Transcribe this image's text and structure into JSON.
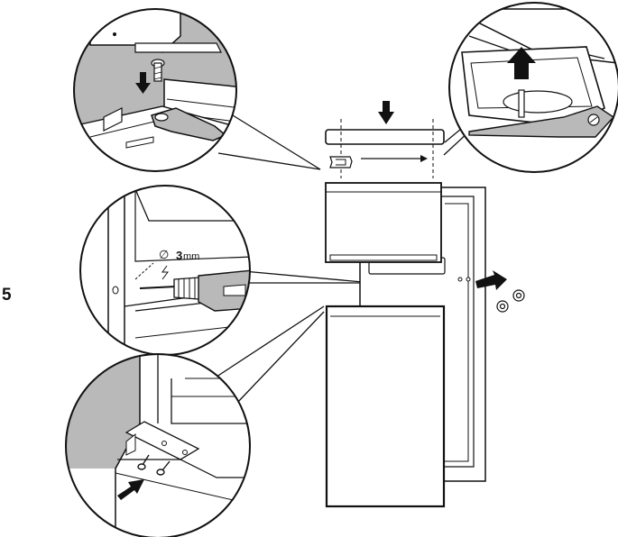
{
  "step": {
    "number": "5"
  },
  "drill_callout": {
    "diameter_symbol": "∅",
    "size_value": "3",
    "size_unit": "mm"
  },
  "colors": {
    "line": "#111111",
    "grey_fill": "#b9b9b9",
    "background": "#ffffff"
  },
  "icons": [
    "down-arrow-icon",
    "up-arrow-icon",
    "right-arrow-icon",
    "drill-icon",
    "screw-icon",
    "screw-cap-icon"
  ]
}
